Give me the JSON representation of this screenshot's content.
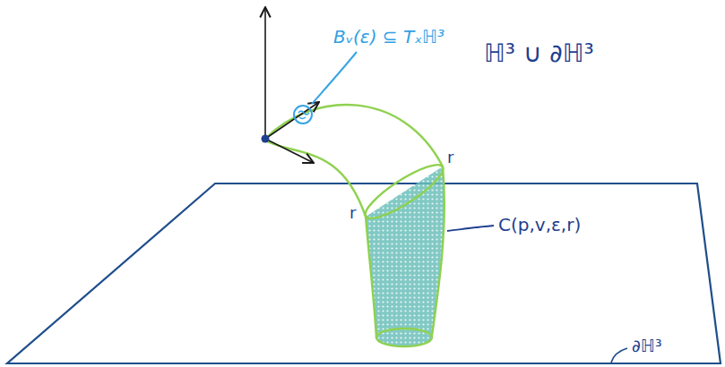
{
  "diagram": {
    "labels": [
      "Bᵥ(ε) ⊆ Tₓℍ³",
      "ℍ³ ∪ ∂ℍ³",
      "r",
      "r",
      "C(p,v,ε,r)",
      "∂ℍ³"
    ]
  }
}
